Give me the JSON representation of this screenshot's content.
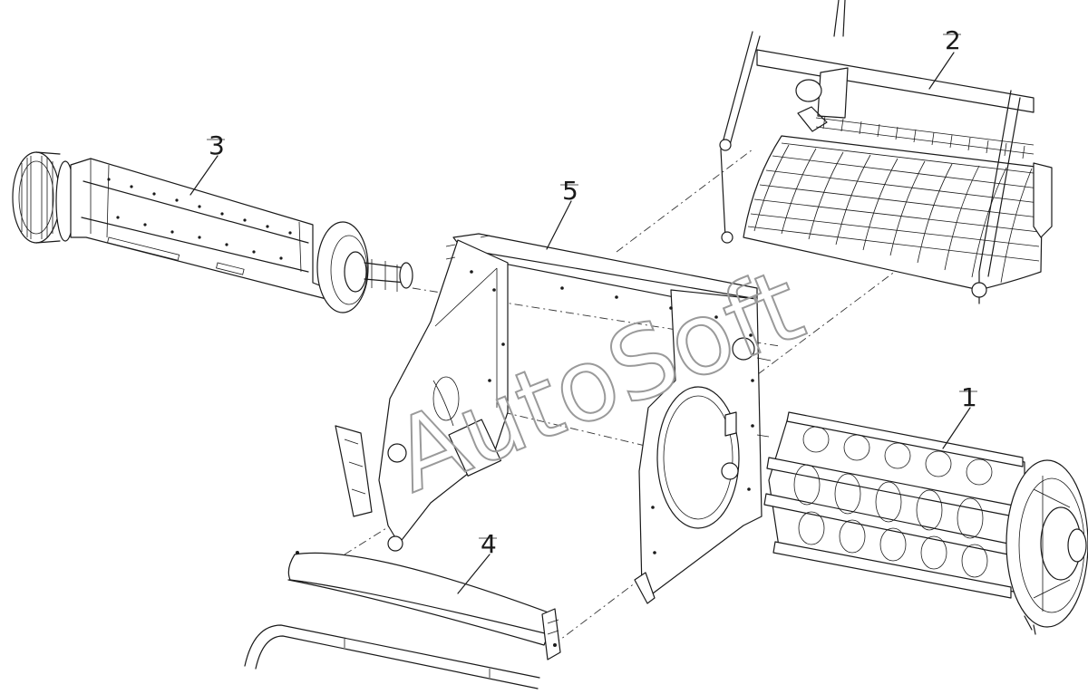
{
  "watermark": "AutoSoft",
  "callouts": [
    {
      "id": "part-1",
      "label": "1"
    },
    {
      "id": "part-2",
      "label": "2"
    },
    {
      "id": "part-3",
      "label": "3"
    },
    {
      "id": "part-4",
      "label": "4"
    },
    {
      "id": "part-5",
      "label": "5"
    }
  ]
}
